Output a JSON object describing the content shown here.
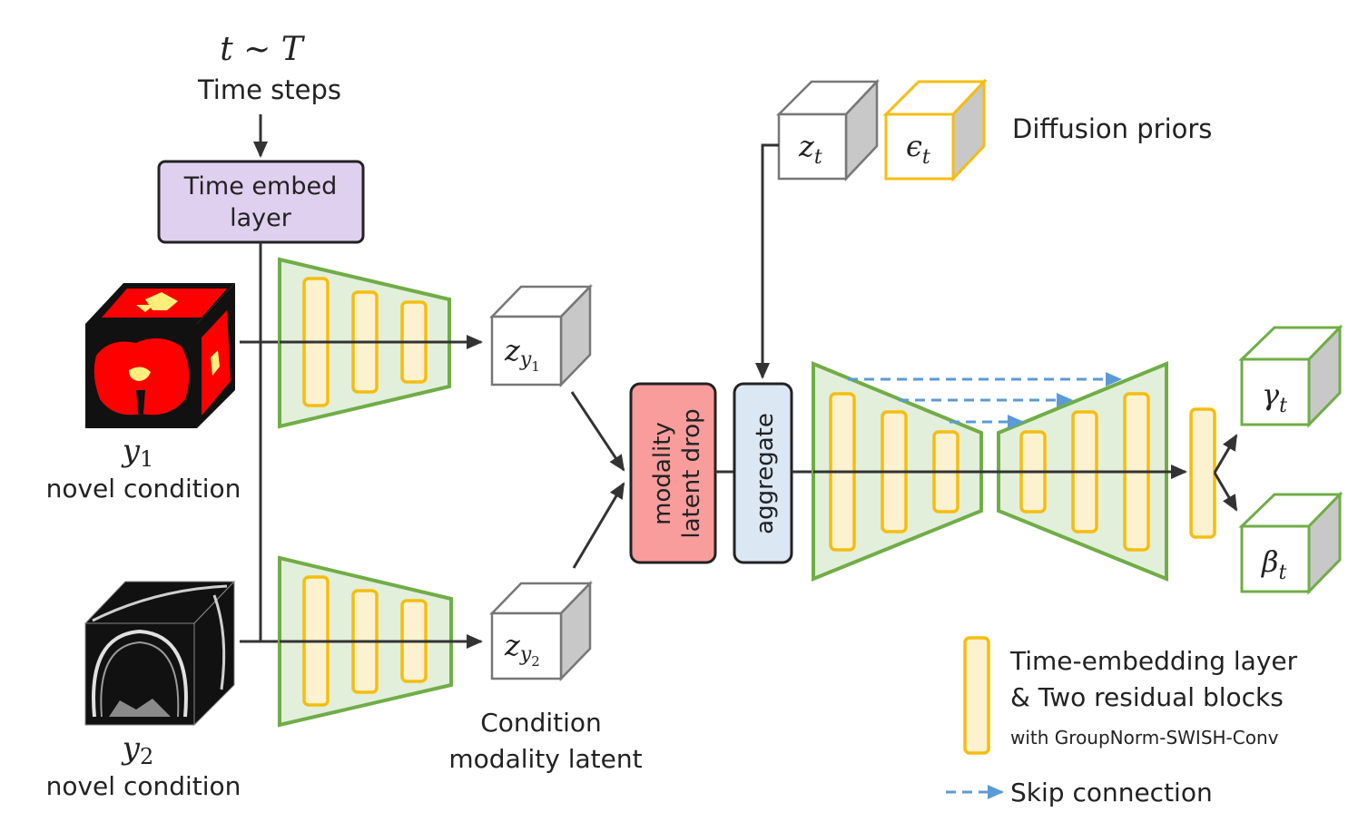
{
  "time": {
    "formula": "t ~ T",
    "label": "Time steps",
    "embed_line1": "Time embed",
    "embed_line2": "layer"
  },
  "conditions": [
    {
      "symbol": "y",
      "sub": "1",
      "label": "novel condition"
    },
    {
      "symbol": "y",
      "sub": "2",
      "label": "novel condition"
    }
  ],
  "latents": {
    "z_y1": {
      "symbol": "z",
      "sub": "y",
      "subsub": "1"
    },
    "z_y2": {
      "symbol": "z",
      "sub": "y",
      "subsub": "2"
    },
    "caption_line1": "Condition",
    "caption_line2": "modality latent"
  },
  "priors": {
    "z_t": {
      "symbol": "z",
      "sub": "t"
    },
    "eps_t": {
      "symbol": "ϵ",
      "sub": "t"
    },
    "label": "Diffusion priors"
  },
  "modality_drop": {
    "line1": "modality",
    "line2": "latent drop"
  },
  "aggregate": "aggregate",
  "outputs": {
    "gamma": {
      "symbol": "γ",
      "sub": "t"
    },
    "beta": {
      "symbol": "β",
      "sub": "t"
    }
  },
  "legend": {
    "block_line1": "Time-embedding layer",
    "block_line2": "& Two residual blocks",
    "block_line3": "with GroupNorm-SWISH-Conv",
    "skip": "Skip connection"
  },
  "colors": {
    "encoder_fill": "#e2efda",
    "encoder_stroke": "#70ad47",
    "block_fill": "#fdf2cf",
    "block_stroke": "#f5bd10",
    "time_embed_fill": "#e0d0ef",
    "modality_drop_fill": "#f89c9c",
    "aggregate_fill": "#dce7f4",
    "skip_color": "#5b9bd5",
    "seg_red": "#ff0000",
    "seg_yellow": "#ffef7a"
  }
}
